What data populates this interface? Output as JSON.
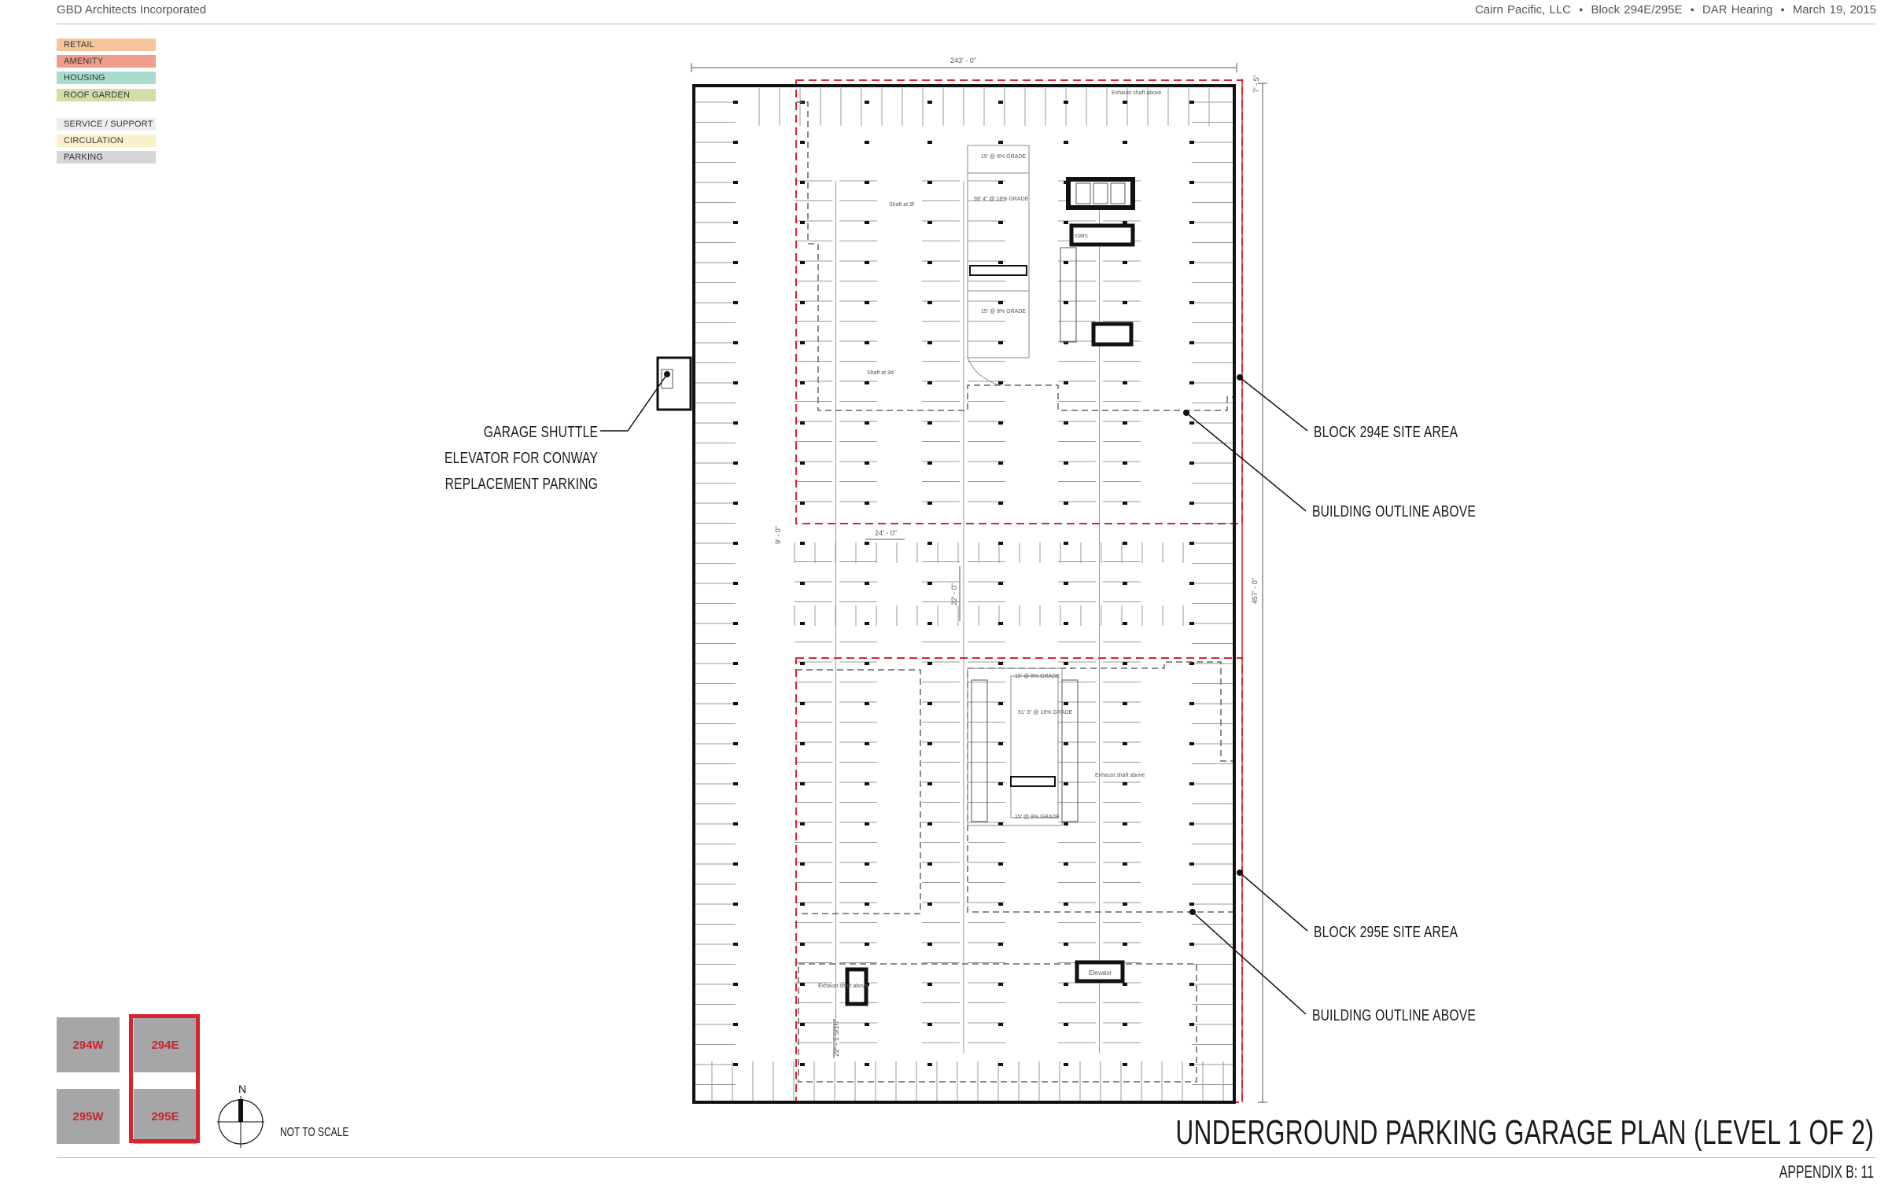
{
  "header": {
    "firm": "GBD Architects Incorporated",
    "client": "Cairn Pacific, LLC",
    "block": "Block 294E/295E",
    "hearing": "DAR Hearing",
    "date": "March 19, 2015"
  },
  "legend": {
    "items": [
      {
        "label": "RETAIL",
        "color": "#f7c59b"
      },
      {
        "label": "AMENITY",
        "color": "#ef9e8a"
      },
      {
        "label": "HOUSING",
        "color": "#a9dccf"
      },
      {
        "label": "ROOF GARDEN",
        "color": "#d2dea7"
      },
      {
        "label": "SERVICE / SUPPORT",
        "color": "#ededed"
      },
      {
        "label": "CIRCULATION",
        "color": "#fbf0cc"
      },
      {
        "label": "PARKING",
        "color": "#d6d6d6"
      }
    ]
  },
  "callouts": {
    "shuttle_line1": "GARAGE SHUTTLE",
    "shuttle_line2": "ELEVATOR FOR CONWAY",
    "shuttle_line3": "REPLACEMENT PARKING",
    "site_294e": "BLOCK 294E SITE AREA",
    "outline_above_1": "BUILDING OUTLINE ABOVE",
    "site_295e": "BLOCK 295E SITE AREA",
    "outline_above_2": "BUILDING OUTLINE ABOVE"
  },
  "plan_labels": {
    "dim_width": "243' - 0\"",
    "dim_height": "457' - 0\"",
    "dim_aisle": "24' - 0\"",
    "dim_drive": "22' - 0\"",
    "dim_stall": "9' - 0\"",
    "dim_side": "7' - 5\"",
    "dim_bottom": "22' - 1 5/16\"",
    "ramp_top_1": "15' @ 8% GRADE",
    "ramp_top_2": "59' 4\" @ 16% GRADE",
    "ramp_top_3": "15' @ 8% GRADE",
    "ramp_bot_1": "15' @ 8% GRADE",
    "ramp_bot_2": "51' 3\" @ 16% GRADE",
    "ramp_bot_3": "15' @ 8% GRADE",
    "shaft_1": "Shaft at 9f",
    "shaft_2": "Shaft at 9d",
    "exhaust_1": "Exhaust shaft above",
    "exhaust_2": "Exhaust shaft above",
    "exhaust_3": "Exhaust shaft above",
    "elevator": "Elevator",
    "stairs": "stairs"
  },
  "key_blocks": {
    "nw": "294W",
    "ne": "294E",
    "sw": "295W",
    "se": "295E"
  },
  "north_label": "N",
  "not_to_scale": "NOT TO SCALE",
  "title": "UNDERGROUND PARKING GARAGE PLAN (LEVEL 1 OF 2)",
  "appendix": "APPENDIX B: 11"
}
